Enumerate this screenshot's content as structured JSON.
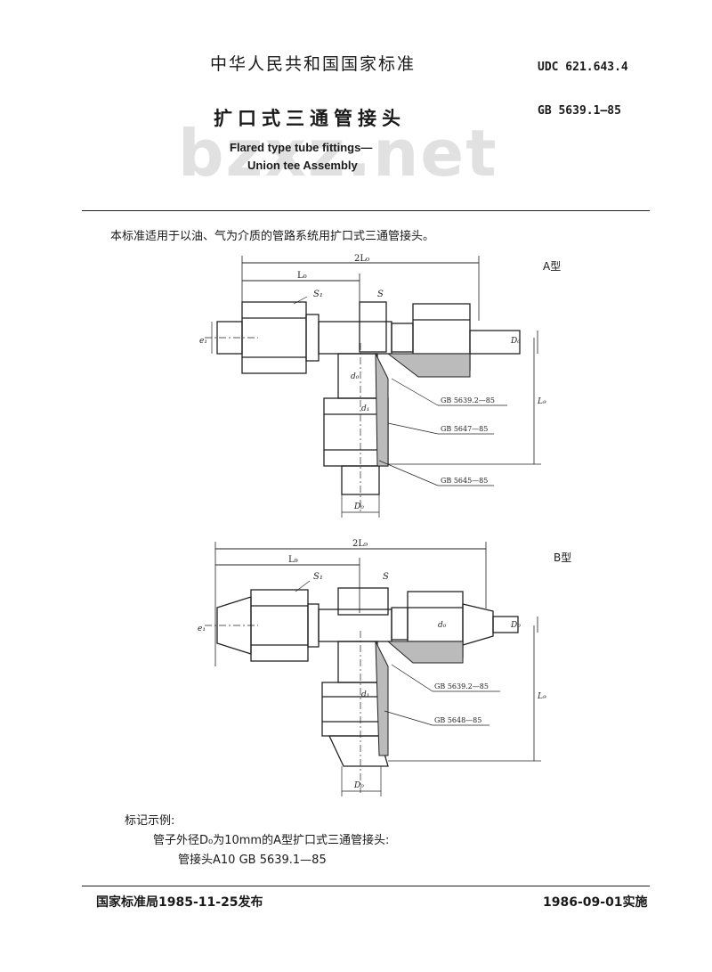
{
  "header": {
    "national_standard": "中华人民共和国国家标准",
    "udc": "UDC 621.643.4",
    "title_cn": "扩口式三通管接头",
    "standard_no": "GB 5639.1—85",
    "title_en_line1": "Flared type tube fittings—",
    "title_en_line2": "Union tee  Assembly",
    "watermark": "bzxz.net"
  },
  "scope_text": "本标准适用于以油、气为介质的管路系统用扩口式三通管接头。",
  "figure_a": {
    "type_label": "A型",
    "dim_2l0": "2L₀",
    "dim_l0": "L₀",
    "label_s1": "S₁",
    "label_s": "S",
    "label_e1": "e₁",
    "label_d0": "d₀",
    "label_d1": "d₁",
    "label_d0_tube": "D₀",
    "label_l9": "L₉",
    "label_d0_bottom": "D₀",
    "ref_1": "GB 5639.2—85",
    "ref_2": "GB 5647—85",
    "ref_3": "GB 5645—85"
  },
  "figure_b": {
    "type_label": "B型",
    "dim_2l0": "2L₉",
    "dim_l0": "L₉",
    "label_s1": "S₁",
    "label_s": "S",
    "label_e1": "e₁",
    "label_d0": "d₀",
    "label_d1": "d₁",
    "label_d0_tube": "D₀",
    "label_l9": "L₉",
    "label_d0_bottom": "D₀",
    "ref_1": "GB 5639.2—85",
    "ref_2": "GB 5648—85"
  },
  "example": {
    "heading": "标记示例:",
    "line1": "管子外径D₀为10mm的A型扩口式三通管接头:",
    "line2": "管接头A10  GB 5639.1—85"
  },
  "footer": {
    "published": "国家标准局1985-11-25发布",
    "implemented": "1986-09-01实施"
  }
}
